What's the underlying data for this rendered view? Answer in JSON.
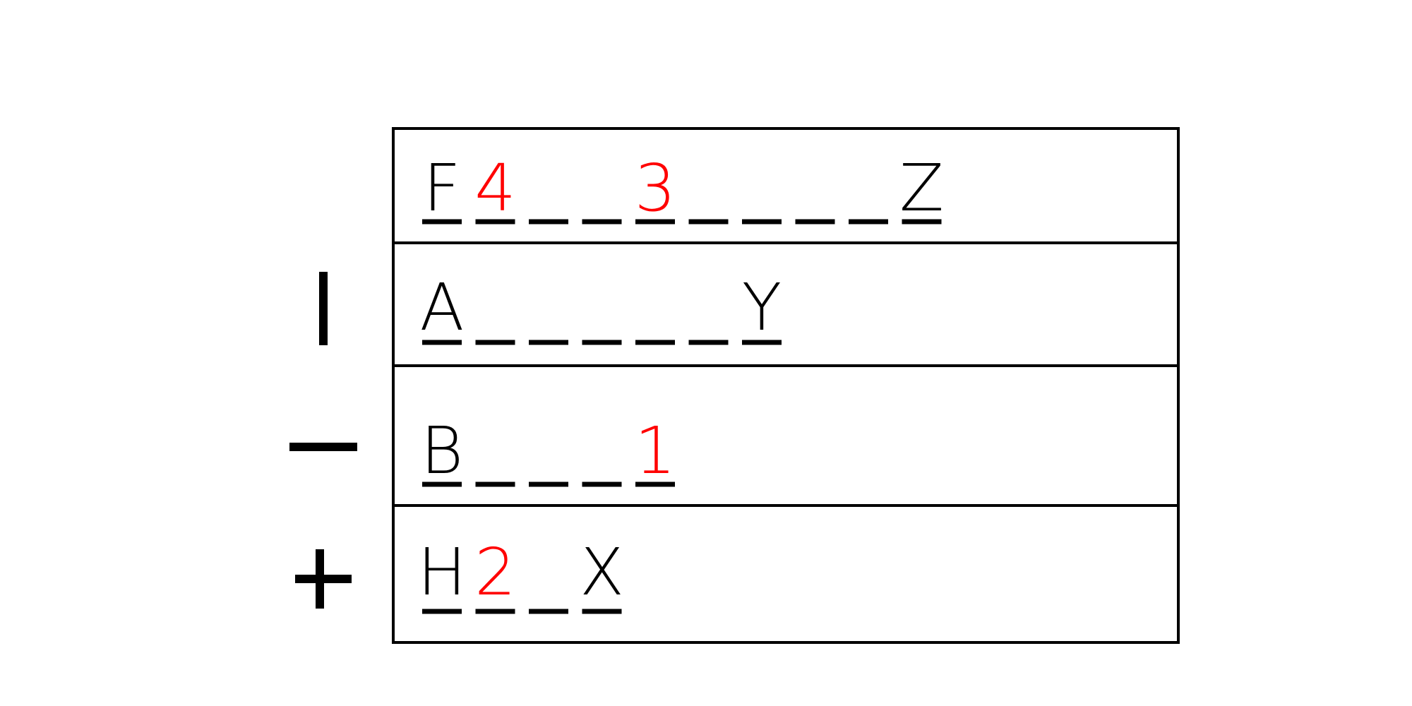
{
  "colors": {
    "ink": "#000000",
    "highlight": "#ff0000",
    "background": "#ffffff"
  },
  "side_symbols": [
    "I",
    "—",
    "+"
  ],
  "rows": [
    {
      "side_symbol": "",
      "slots": [
        {
          "char": "F",
          "highlight": false
        },
        {
          "char": "4",
          "highlight": true
        },
        {
          "char": "",
          "highlight": false
        },
        {
          "char": "",
          "highlight": false
        },
        {
          "char": "3",
          "highlight": true
        },
        {
          "char": "",
          "highlight": false
        },
        {
          "char": "",
          "highlight": false
        },
        {
          "char": "",
          "highlight": false
        },
        {
          "char": "",
          "highlight": false
        },
        {
          "char": "Z",
          "highlight": false
        }
      ]
    },
    {
      "side_symbol": "I",
      "slots": [
        {
          "char": "A",
          "highlight": false
        },
        {
          "char": "",
          "highlight": false
        },
        {
          "char": "",
          "highlight": false
        },
        {
          "char": "",
          "highlight": false
        },
        {
          "char": "",
          "highlight": false
        },
        {
          "char": "",
          "highlight": false
        },
        {
          "char": "Y",
          "highlight": false
        }
      ]
    },
    {
      "side_symbol": "—",
      "slots": [
        {
          "char": "B",
          "highlight": false
        },
        {
          "char": "",
          "highlight": false
        },
        {
          "char": "",
          "highlight": false
        },
        {
          "char": "",
          "highlight": false
        },
        {
          "char": "1",
          "highlight": true
        }
      ]
    },
    {
      "side_symbol": "+",
      "slots": [
        {
          "char": "H",
          "highlight": false
        },
        {
          "char": "2",
          "highlight": true
        },
        {
          "char": "",
          "highlight": false
        },
        {
          "char": "X",
          "highlight": false
        }
      ]
    }
  ]
}
